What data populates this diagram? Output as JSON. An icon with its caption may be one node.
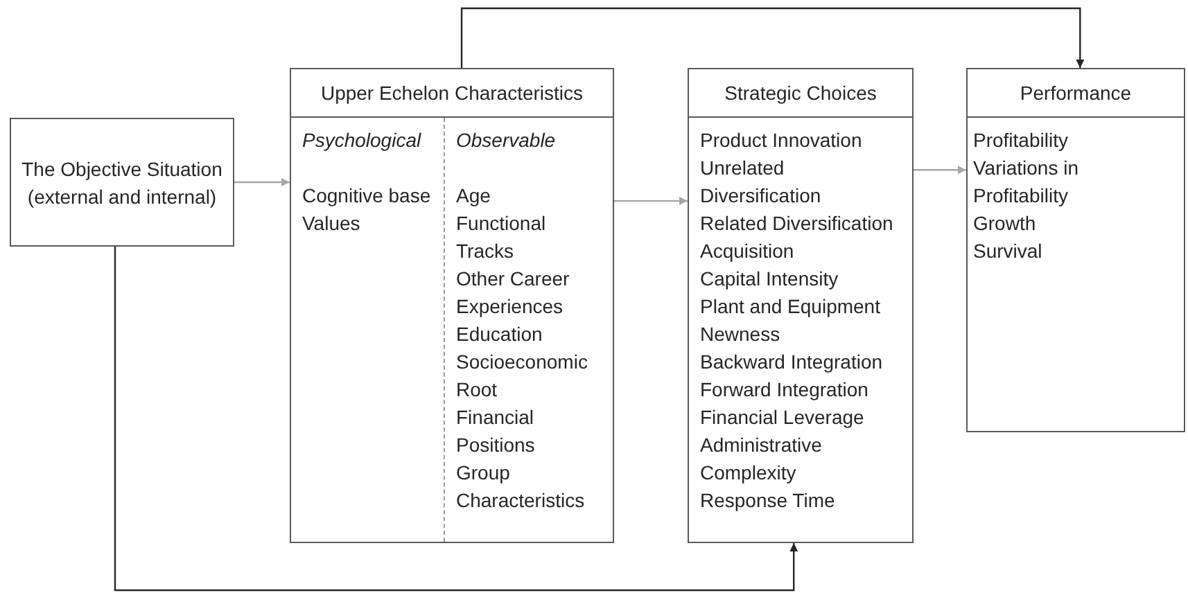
{
  "diagram": {
    "nodes": [
      {
        "text": [
          "The Objective Situation (external and internal)"
        ]
      },
      {
        "text": [
          "Upper Echelon Characteristics"
        ]
      },
      {
        "text": [
          "Psychological",
          "Cognitive base",
          "Values"
        ],
        "in": 1
      },
      {
        "text": [
          "Observable",
          "Age",
          "Functional Tracks",
          "Other Career Experiences",
          "Education",
          "Socioeconomic Root",
          "Financial Positions",
          "Group Characteristics"
        ],
        "in": 1
      },
      {
        "text": [
          "Strategic Choices",
          "Product Innovation",
          "Unrelated Diversification",
          "Related Diversification",
          "Acquisition",
          "Capital Intensity",
          "Plant and Equipment Newness",
          "Backward Integration",
          "Forward Integration",
          "Financial Leverage",
          "Administrative Complexity",
          "Response Time"
        ]
      },
      {
        "text": [
          "Performance",
          "Profitability",
          "Variations in Profitability",
          "Growth",
          "Survival"
        ]
      }
    ],
    "edges": [
      {
        "from": 0,
        "to": 1,
        "arrow": "to"
      },
      {
        "from": 1,
        "to": 4,
        "arrow": "to"
      },
      {
        "from": 4,
        "to": 5,
        "arrow": "to"
      },
      {
        "from": 1,
        "to": 5,
        "arrow": "to",
        "color": "#262626"
      },
      {
        "from": 0,
        "to": 4,
        "arrow": "to",
        "color": "#262626"
      }
    ]
  }
}
